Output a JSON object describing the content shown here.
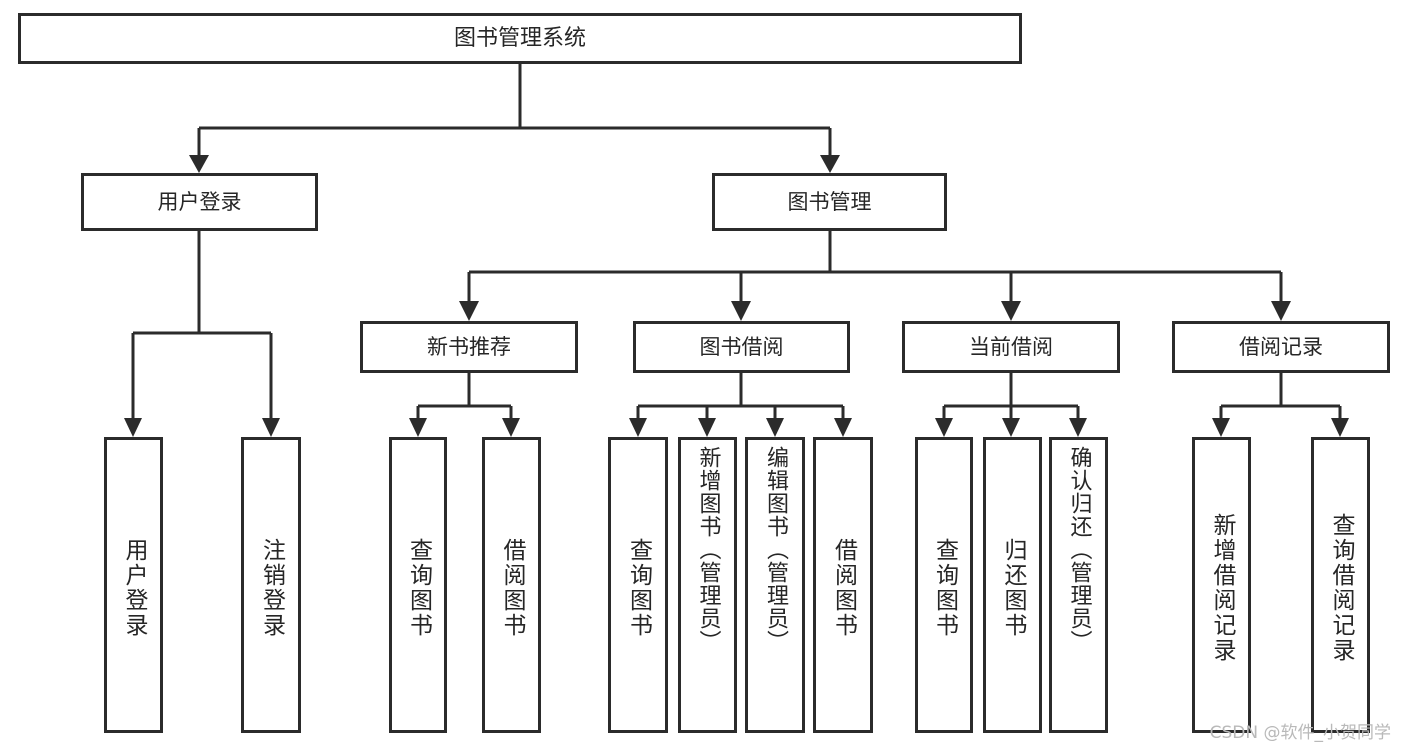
{
  "diagram": {
    "title": "图书管理系统",
    "background_color": "#ffffff",
    "line_color": "#2b2b2b",
    "box_border_color": "#2b2b2b",
    "text_color": "#262626",
    "type": "tree-hierarchy"
  },
  "root": {
    "label": "图书管理系统"
  },
  "level1": [
    {
      "label": "用户登录"
    },
    {
      "label": "图书管理"
    }
  ],
  "level2": [
    {
      "label": "新书推荐"
    },
    {
      "label": "图书借阅"
    },
    {
      "label": "当前借阅"
    },
    {
      "label": "借阅记录"
    }
  ],
  "leaves": {
    "user_login": [
      {
        "label": "用户登录"
      },
      {
        "label": "注销登录"
      }
    ],
    "new_book": [
      {
        "label": "查询图书"
      },
      {
        "label": "借阅图书"
      }
    ],
    "book_borrow": [
      {
        "label": "查询图书"
      },
      {
        "label": "新增图书（管理员）"
      },
      {
        "label": "编辑图书（管理员）"
      },
      {
        "label": "借阅图书"
      }
    ],
    "current_borrow": [
      {
        "label": "查询图书"
      },
      {
        "label": "归还图书"
      },
      {
        "label": "确认归还（管理员）"
      }
    ],
    "borrow_record": [
      {
        "label": "新增借阅记录"
      },
      {
        "label": "查询借阅记录"
      }
    ]
  },
  "watermark": {
    "text": "CSDN @软件_小贺同学"
  }
}
